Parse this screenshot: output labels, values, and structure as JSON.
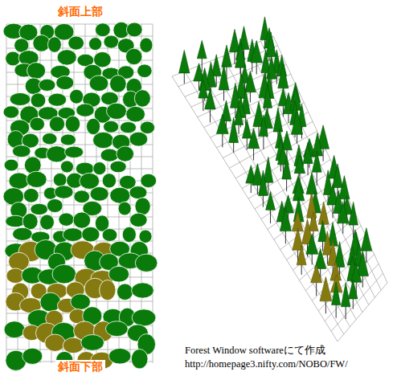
{
  "diagram": {
    "labels": [
      "斜面上部",
      "斜面下部",
      "Forest Window softwareにて作成",
      "http://homepage3.nifty.com/NOBO/FW/"
    ]
  }
}
